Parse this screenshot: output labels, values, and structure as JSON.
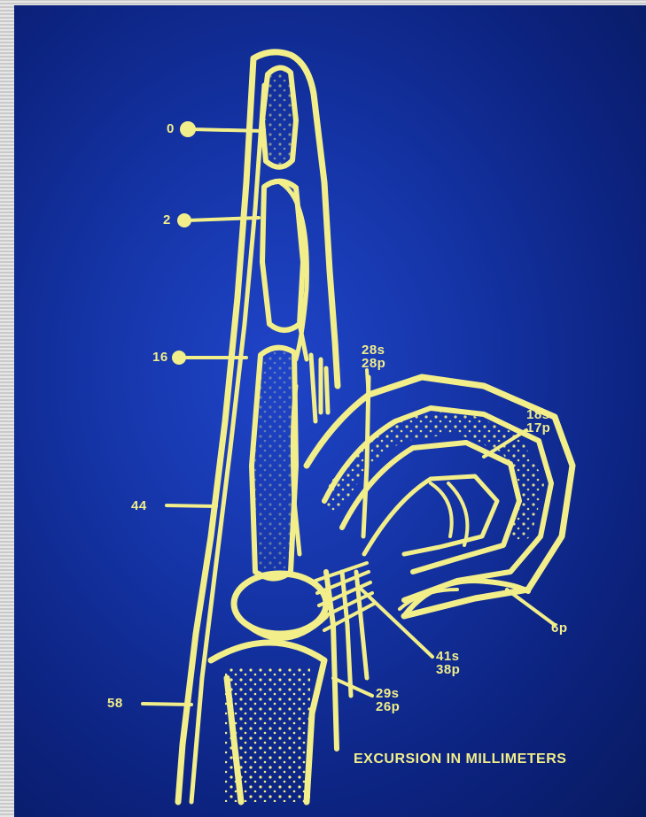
{
  "diagram": {
    "caption": "EXCURSION IN MILLIMETERS",
    "colors": {
      "background": "#1535a8",
      "lines": "#f2ee8a"
    },
    "callouts": [
      {
        "id": "A",
        "lines": [
          "0"
        ]
      },
      {
        "id": "B",
        "lines": [
          "2"
        ]
      },
      {
        "id": "C",
        "lines": [
          "16"
        ]
      },
      {
        "id": "D",
        "lines": [
          "44"
        ]
      },
      {
        "id": "E",
        "lines": [
          "58"
        ]
      },
      {
        "id": "F",
        "lines": [
          "28s",
          "28p"
        ]
      },
      {
        "id": "G",
        "lines": [
          "18s",
          "17p"
        ]
      },
      {
        "id": "H",
        "lines": [
          "6p"
        ]
      },
      {
        "id": "I",
        "lines": [
          "41s",
          "38p"
        ]
      },
      {
        "id": "J",
        "lines": [
          "29s",
          "26p"
        ]
      }
    ]
  }
}
